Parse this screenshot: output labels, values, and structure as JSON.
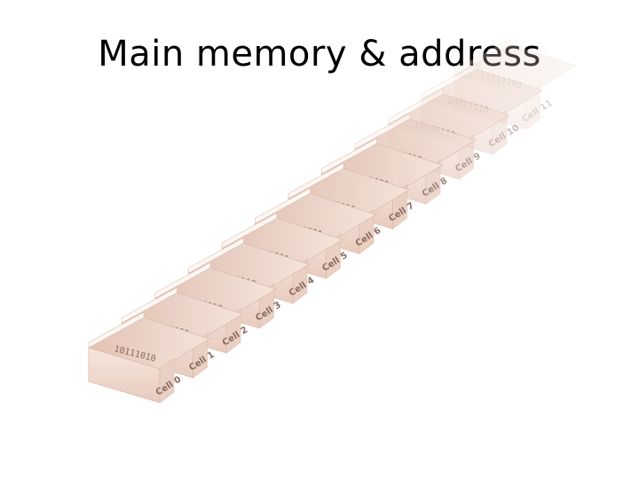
{
  "slide": {
    "title": "Main memory & address"
  },
  "colors": {
    "box_front": "#f3ddd3",
    "box_inner": "#ead0c3",
    "box_bottom": "#f7e9e2",
    "divider": "#dbbcae",
    "label_text": "#8a6a5e",
    "highlight": "#fdf7f3"
  },
  "cells": [
    {
      "label": "Cell 0",
      "bits": "10111010"
    },
    {
      "label": "Cell 1",
      "bits": "10000101"
    },
    {
      "label": "Cell 2",
      "bits": "00110110"
    },
    {
      "label": "Cell 3",
      "bits": "01011110"
    },
    {
      "label": "Cell 4",
      "bits": "10100001"
    },
    {
      "label": "Cell 5",
      "bits": "10110001"
    },
    {
      "label": "Cell 6",
      "bits": "00110111"
    },
    {
      "label": "Cell 7",
      "bits": "11110001"
    },
    {
      "label": "Cell 8",
      "bits": "01110010"
    },
    {
      "label": "Cell 9",
      "bits": "10000110"
    },
    {
      "label": "Cell 10",
      "bits": "00011110"
    },
    {
      "label": "Cell 11",
      "bits": "10111100"
    }
  ]
}
